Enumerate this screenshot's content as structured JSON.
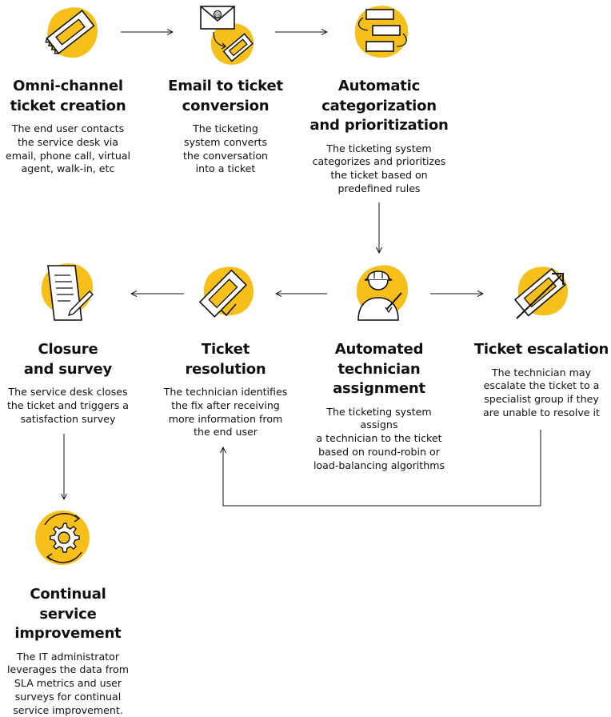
{
  "colors": {
    "accent": "#F6BF1A",
    "ink": "#111111"
  },
  "steps": [
    {
      "id": "omni",
      "icon": "ticket-icon",
      "title": [
        "Omni-channel",
        "ticket creation"
      ],
      "desc": [
        "The end user contacts",
        "the service desk via",
        "email, phone call, virtual",
        "agent, walk-in, etc"
      ]
    },
    {
      "id": "email",
      "icon": "email-to-ticket-icon",
      "title": [
        "Email to ticket",
        "conversion"
      ],
      "desc": [
        "The ticketing",
        "system converts",
        "the conversation",
        "into a ticket"
      ]
    },
    {
      "id": "categorize",
      "icon": "categorization-icon",
      "title": [
        "Automatic",
        "categorization",
        "and prioritization"
      ],
      "desc": [
        "The ticketing system",
        "categorizes and prioritizes",
        "the ticket based on",
        "predefined rules"
      ]
    },
    {
      "id": "assign",
      "icon": "technician-icon",
      "title": [
        "Automated",
        "technician",
        "assignment"
      ],
      "desc": [
        "The ticketing system assigns",
        "a technician to the ticket",
        "based on round-robin or",
        "load-balancing algorithms"
      ]
    },
    {
      "id": "escalation",
      "icon": "escalation-icon",
      "title": [
        "Ticket escalation"
      ],
      "desc": [
        "The technician may",
        "escalate the ticket to a",
        "specialist group if they",
        "are unable to resolve it"
      ]
    },
    {
      "id": "resolution",
      "icon": "resolution-icon",
      "title": [
        "Ticket",
        "resolution"
      ],
      "desc": [
        "The technician identifies",
        "the fix after receiving",
        "more information from",
        "the end user"
      ]
    },
    {
      "id": "closure",
      "icon": "survey-icon",
      "title": [
        "Closure",
        "and survey"
      ],
      "desc": [
        "The service desk closes",
        "the ticket and triggers a",
        "satisfaction survey"
      ]
    },
    {
      "id": "improvement",
      "icon": "gear-icon",
      "title": [
        "Continual service",
        "improvement"
      ],
      "desc": [
        "The IT administrator",
        "leverages the data from",
        "SLA metrics and user",
        "surveys for continual",
        "service improvement."
      ]
    }
  ]
}
